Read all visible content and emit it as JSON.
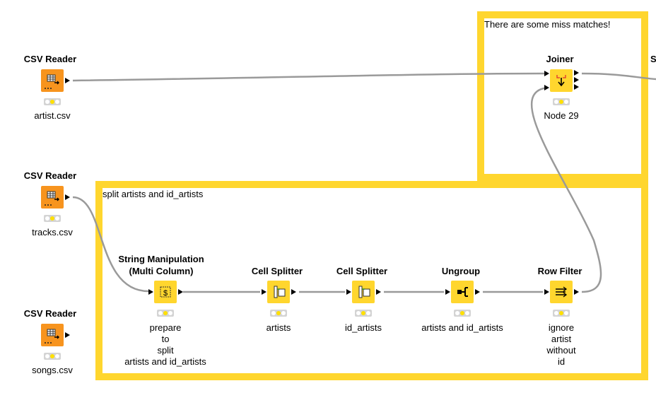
{
  "annotations": {
    "top": {
      "text": "There are some miss matches!"
    },
    "bottom": {
      "text": "split artists and id_artists"
    }
  },
  "nodes": {
    "csv1": {
      "title": "CSV Reader",
      "label": "artist.csv",
      "icon": "table-reader-icon",
      "status": "yellow"
    },
    "csv2": {
      "title": "CSV Reader",
      "label": "tracks.csv",
      "icon": "table-reader-icon",
      "status": "yellow"
    },
    "csv3": {
      "title": "CSV Reader",
      "label": "songs.csv",
      "icon": "table-reader-icon",
      "status": "yellow"
    },
    "strmanip": {
      "title": "String Manipulation\n(Multi Column)",
      "label": "prepare\nto\nsplit\nartists and id_artists",
      "icon": "string-manipulation-icon",
      "status": "yellow"
    },
    "split1": {
      "title": "Cell Splitter",
      "label": "artists",
      "icon": "cell-splitter-icon",
      "status": "yellow"
    },
    "split2": {
      "title": "Cell Splitter",
      "label": "id_artists",
      "icon": "cell-splitter-icon",
      "status": "yellow"
    },
    "ungroup": {
      "title": "Ungroup",
      "label": "artists and id_artists",
      "icon": "ungroup-icon",
      "status": "yellow"
    },
    "rowfilter": {
      "title": "Row Filter",
      "label": "ignore\nartist\nwithout\nid",
      "icon": "row-filter-icon",
      "status": "yellow"
    },
    "joiner": {
      "title": "Joiner",
      "label": "Node 29",
      "icon": "joiner-icon",
      "status": "yellow"
    },
    "cutoff": {
      "title": "S"
    }
  },
  "colors": {
    "source": "#f7941e",
    "manipulator": "#ffd62e",
    "annotation": "#ffd62e",
    "connection": "#9a9a9a",
    "status_yellow": "#ffe000"
  }
}
